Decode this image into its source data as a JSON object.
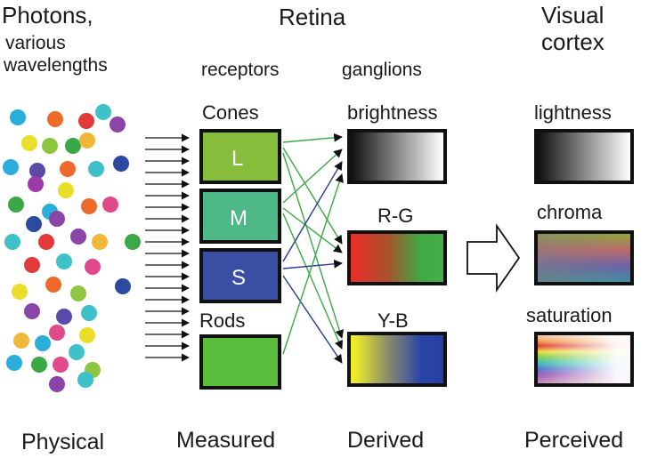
{
  "headings": {
    "photons_line1": "Photons,",
    "photons_line2": "various",
    "photons_line3": "wavelengths",
    "retina": "Retina",
    "visual_line1": "Visual",
    "visual_line2": "cortex"
  },
  "subheadings": {
    "receptors": "receptors",
    "ganglions": "ganglions"
  },
  "receptors": {
    "cones_label": "Cones",
    "rods_label": "Rods",
    "cone_letters": [
      "L",
      "M",
      "S"
    ]
  },
  "ganglions": {
    "brightness": "brightness",
    "rg": "R-G",
    "yb": "Y-B"
  },
  "cortex": {
    "lightness": "lightness",
    "chroma": "chroma",
    "saturation": "saturation"
  },
  "stages": {
    "physical": "Physical",
    "measured": "Measured",
    "derived": "Derived",
    "perceived": "Perceived"
  },
  "colors": {
    "cone_L": "#86bd3a",
    "cone_M": "#4fb887",
    "cone_S": "#3a4fa3",
    "rods": "#5bbd3c",
    "link_green": "#3aa845",
    "link_blue": "#2c3a8f"
  }
}
